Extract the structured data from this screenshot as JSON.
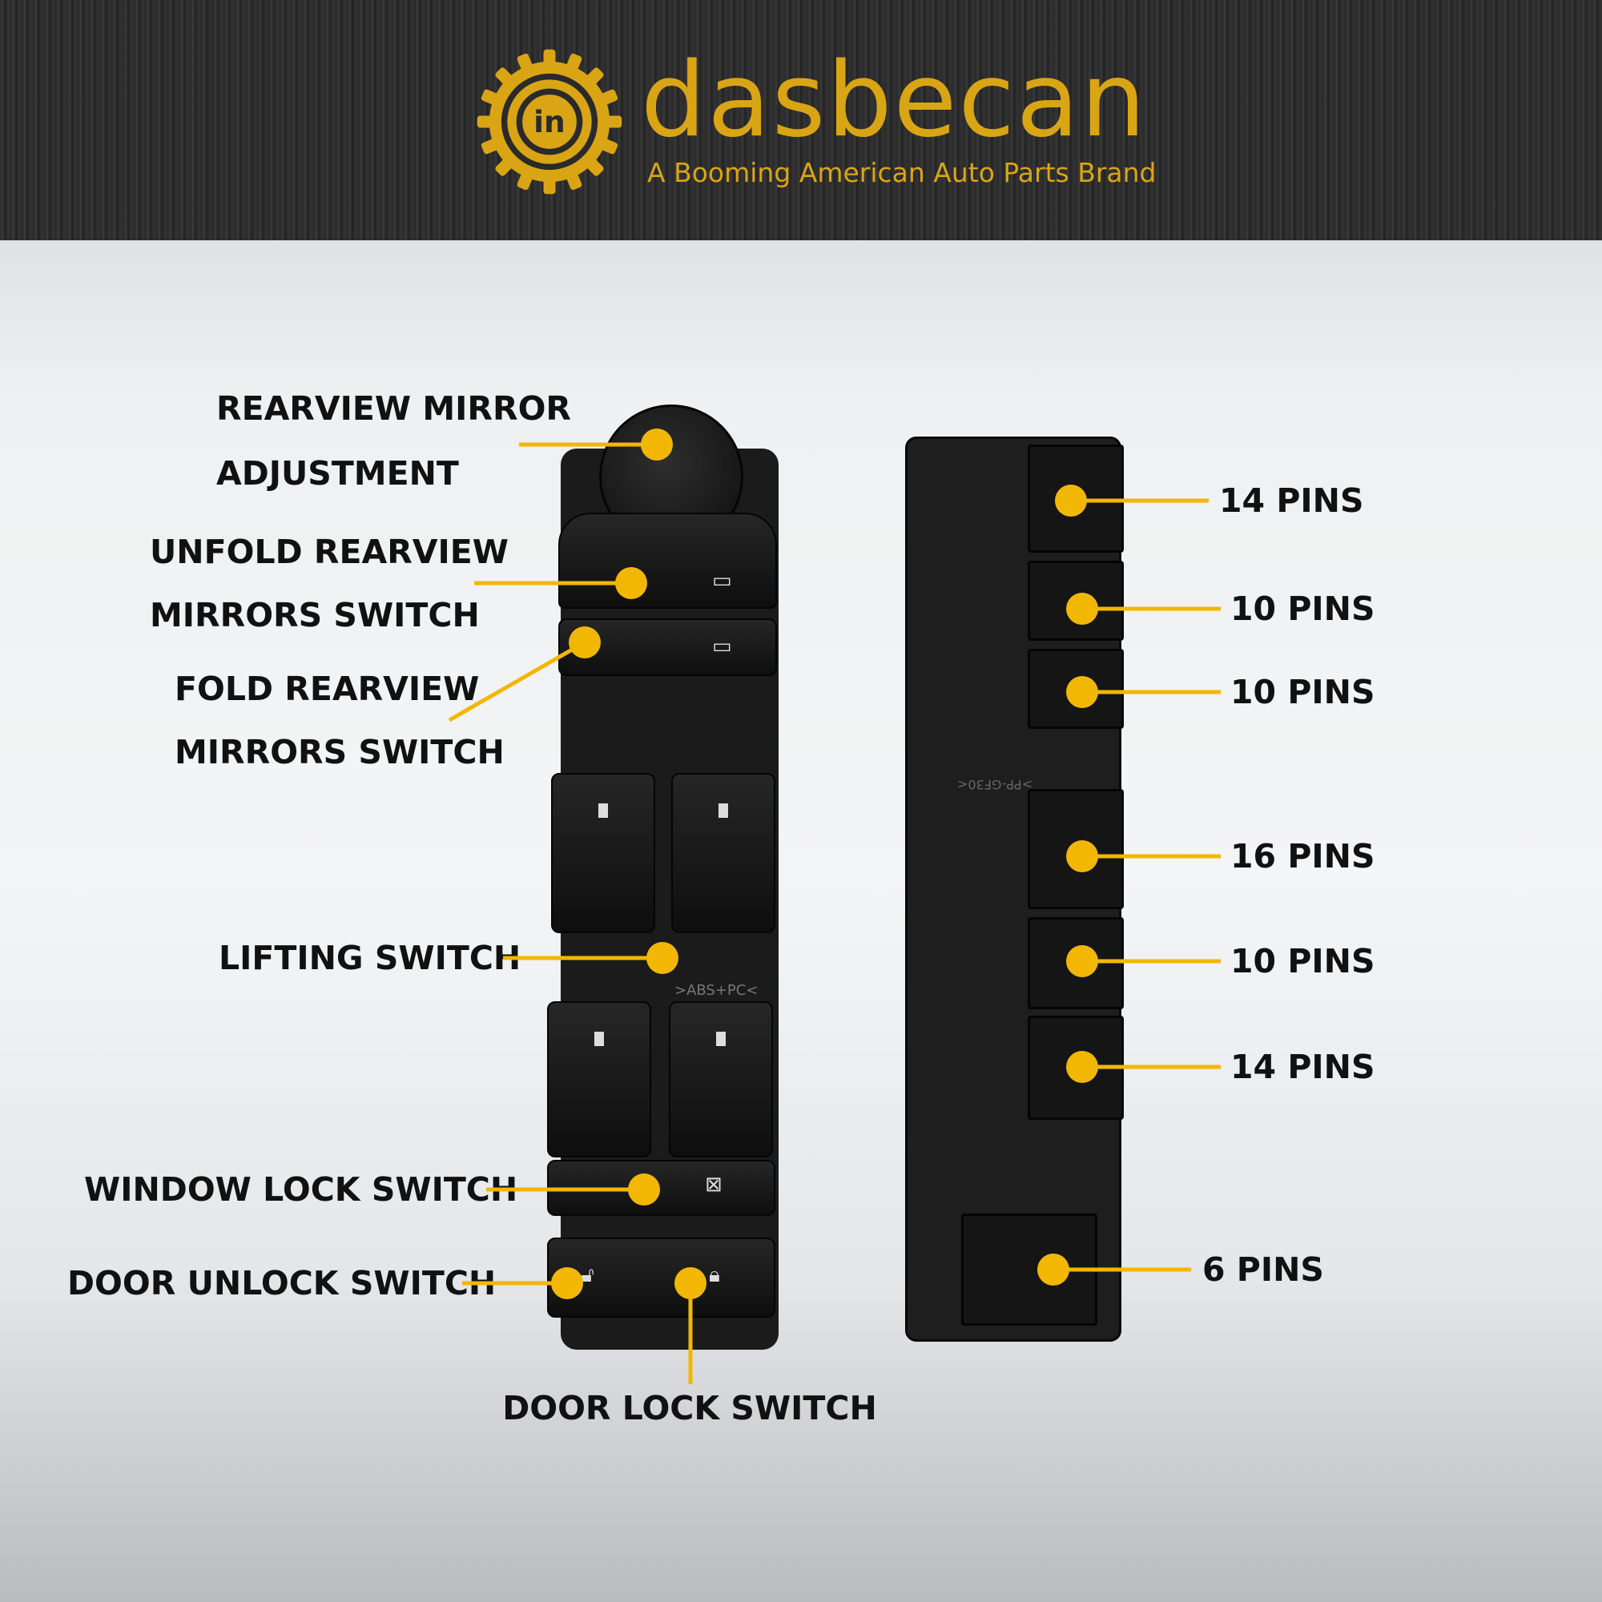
{
  "brand": {
    "name": "dasbecan",
    "tagline": "A Booming American Auto Parts Brand",
    "logo_monogram": "in"
  },
  "colors": {
    "accent": "#f2b705",
    "brand_gold": "#d9a514",
    "text": "#111111"
  },
  "left_labels": {
    "rearview_line1": "REARVIEW MIRROR",
    "rearview_line2": "ADJUSTMENT",
    "unfold_line1": "UNFOLD REARVIEW",
    "unfold_line2": "MIRRORS SWITCH",
    "fold_line1": "FOLD REARVIEW",
    "fold_line2": "MIRRORS SWITCH",
    "lifting": "LIFTING SWITCH",
    "window_lock": "WINDOW LOCK SWITCH",
    "door_unlock": "DOOR UNLOCK SWITCH",
    "door_lock": "DOOR LOCK SWITCH"
  },
  "part_markings": {
    "code": ">ABS+PC<",
    "connector_code": ">PP-GF30<"
  },
  "pins": [
    "14 PINS",
    "10 PINS",
    "10 PINS",
    "16 PINS",
    "10 PINS",
    "14 PINS",
    "6 PINS"
  ]
}
